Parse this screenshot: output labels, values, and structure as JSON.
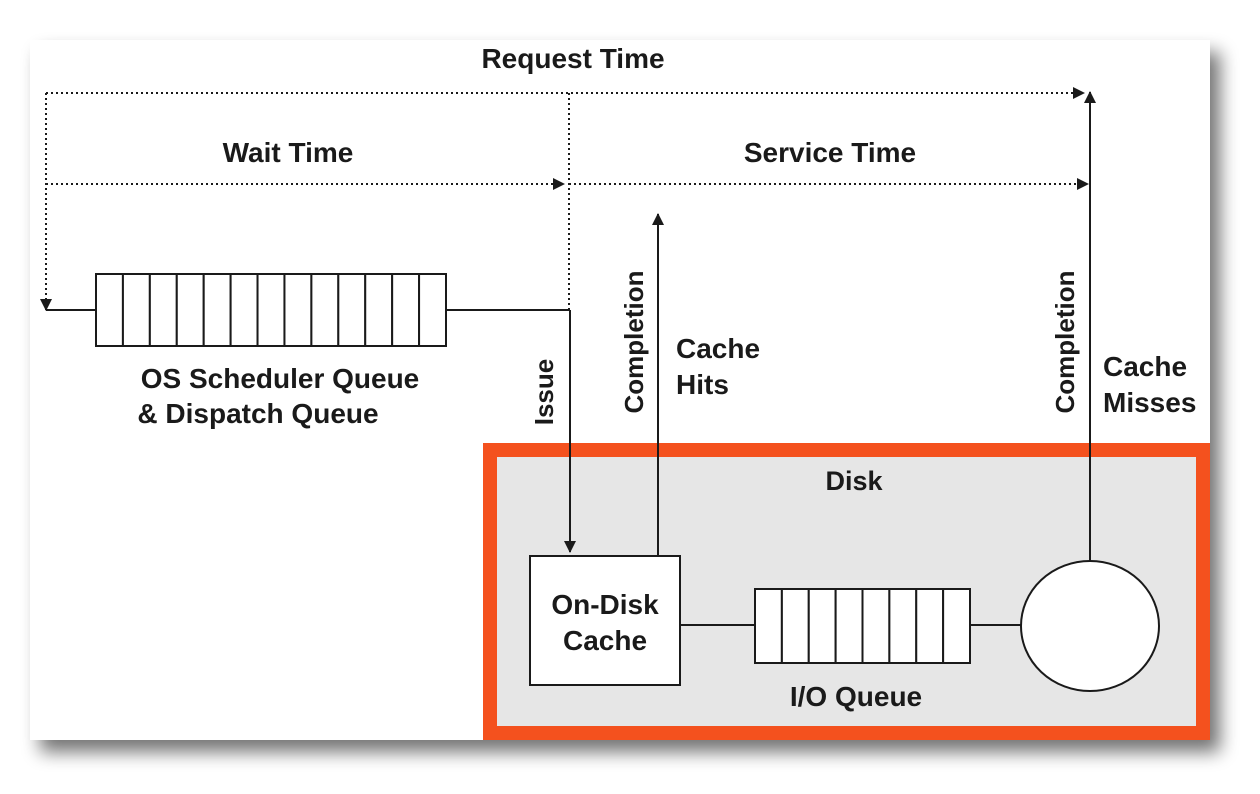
{
  "labels": {
    "request_time": "Request Time",
    "wait_time": "Wait Time",
    "service_time": "Service Time",
    "scheduler_queue_line1": "OS Scheduler Queue",
    "scheduler_queue_line2": "& Dispatch Queue",
    "issue": "Issue",
    "completion_hits": "Completion",
    "cache_hits_line1": "Cache",
    "cache_hits_line2": "Hits",
    "completion_misses": "Completion",
    "cache_misses_line1": "Cache",
    "cache_misses_line2": "Misses",
    "disk": "Disk",
    "on_disk_cache_line1": "On-Disk",
    "on_disk_cache_line2": "Cache",
    "io_queue": "I/O Queue"
  },
  "colors": {
    "line": "#1a1a1a",
    "disk_fill": "#e6e6e6",
    "disk_border": "#f4511e",
    "panel_bg": "#ffffff"
  },
  "queues": {
    "scheduler_slots": 13,
    "io_slots": 8
  }
}
